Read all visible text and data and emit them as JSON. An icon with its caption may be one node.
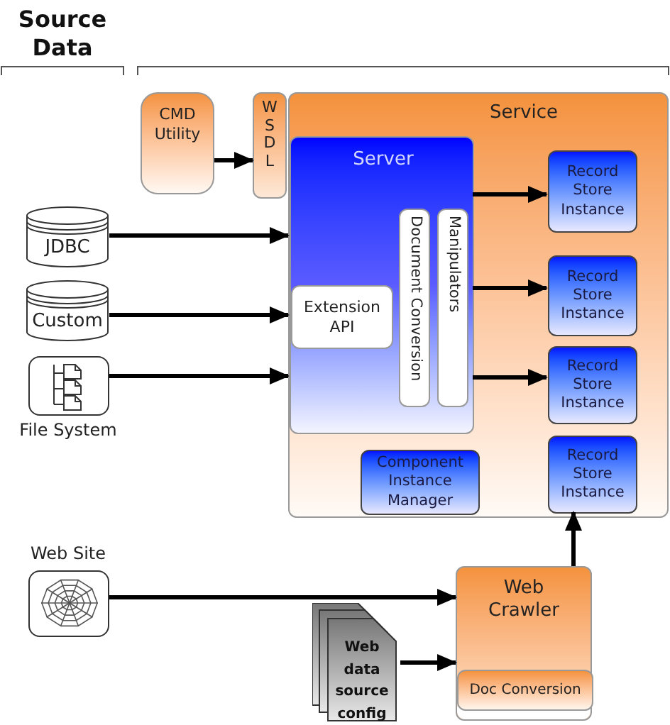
{
  "diagram": {
    "nodes": [
      {
        "text": [
          "CMD Utility"
        ]
      },
      {
        "text": [
          "WSDL"
        ]
      },
      {
        "text": [
          "Service"
        ]
      },
      {
        "text": [
          "Server"
        ],
        "in": 2
      },
      {
        "text": [
          "Extension API"
        ],
        "in": 3
      },
      {
        "text": [
          "Document Conversion"
        ],
        "in": 3
      },
      {
        "text": [
          "Manipulators"
        ],
        "in": 3
      },
      {
        "text": [
          "Record Store Instance"
        ],
        "in": 2
      },
      {
        "text": [
          "Record Store Instance"
        ],
        "in": 2
      },
      {
        "text": [
          "Record Store Instance"
        ],
        "in": 2
      },
      {
        "text": [
          "Record Store Instance"
        ],
        "in": 2
      },
      {
        "text": [
          "Component Instance Manager"
        ],
        "in": 2
      },
      {
        "text": [
          "JDBC"
        ]
      },
      {
        "text": [
          "Custom"
        ]
      },
      {
        "text": [
          "File System"
        ]
      },
      {
        "text": [
          "Web Site"
        ]
      },
      {
        "text": [
          "Web Crawler"
        ]
      },
      {
        "text": [
          "Doc Conversion"
        ],
        "in": 16
      },
      {
        "text": [
          "Web data source config"
        ]
      }
    ],
    "edges": [
      {
        "from": 0,
        "to": 1,
        "arrow": "to"
      },
      {
        "from": 12,
        "to": 3,
        "arrow": "to"
      },
      {
        "from": 13,
        "to": 4,
        "arrow": "to"
      },
      {
        "from": 14,
        "to": 3,
        "arrow": "to"
      },
      {
        "from": 3,
        "to": 7,
        "arrow": "to"
      },
      {
        "from": 3,
        "to": 8,
        "arrow": "to"
      },
      {
        "from": 3,
        "to": 9,
        "arrow": "to"
      },
      {
        "from": 15,
        "to": 16,
        "arrow": "to"
      },
      {
        "from": 18,
        "to": 16,
        "arrow": "to"
      },
      {
        "from": 16,
        "to": 10,
        "arrow": "to"
      }
    ],
    "labels": [
      "Source Data"
    ]
  }
}
